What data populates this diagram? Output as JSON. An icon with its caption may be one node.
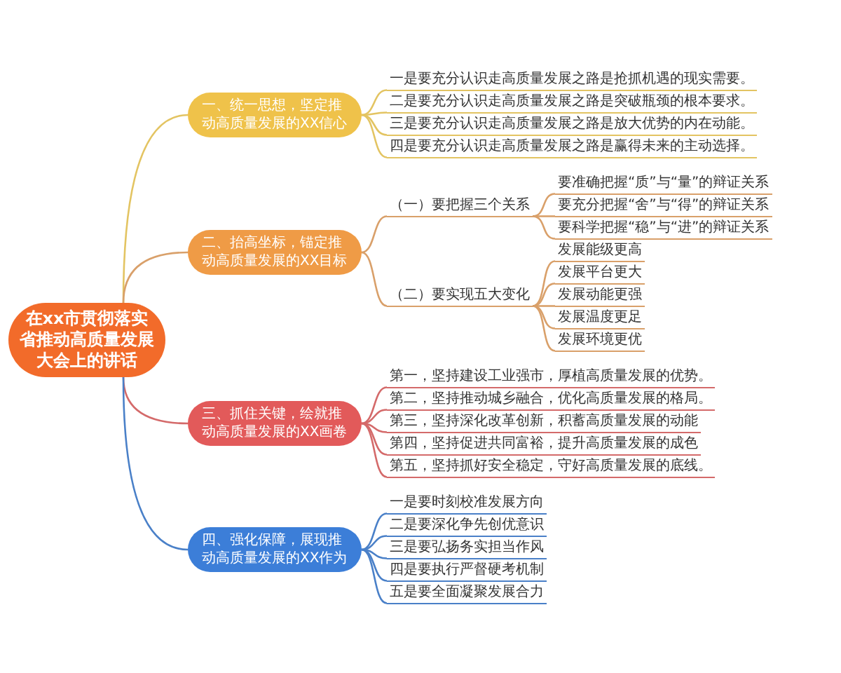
{
  "diagram": {
    "nodes": [
      {
        "text": [
          "在xx市贯彻落实省推动高质量发展大会上的讲话"
        ]
      },
      {
        "text": [
          "一、统一思想，坚定推动高质量发展的XX信心"
        ]
      },
      {
        "text": [
          "一是要充分认识走高质量发展之路是抢抓机遇的现实需要。"
        ]
      },
      {
        "text": [
          "二是要充分认识走高质量发展之路是突破瓶颈的根本要求。"
        ]
      },
      {
        "text": [
          "三是要充分认识走高质量发展之路是放大优势的内在动能。"
        ]
      },
      {
        "text": [
          "四是要充分认识走高质量发展之路是赢得未来的主动选择。"
        ]
      },
      {
        "text": [
          "二、抬高坐标，锚定推动高质量发展的XX目标"
        ]
      },
      {
        "text": [
          "（一）要把握三个关系"
        ]
      },
      {
        "text": [
          "要准确把握“质”与“量”的辩证关系"
        ]
      },
      {
        "text": [
          "要充分把握“舍”与“得”的辩证关系"
        ]
      },
      {
        "text": [
          "要科学把握“稳”与“进”的辩证关系"
        ]
      },
      {
        "text": [
          "（二）要实现五大变化"
        ]
      },
      {
        "text": [
          "发展能级更高"
        ]
      },
      {
        "text": [
          "发展平台更大"
        ]
      },
      {
        "text": [
          "发展动能更强"
        ]
      },
      {
        "text": [
          "发展温度更足"
        ]
      },
      {
        "text": [
          "发展环境更优"
        ]
      },
      {
        "text": [
          "三、抓住关键，绘就推动高质量发展的XX画卷"
        ]
      },
      {
        "text": [
          "第一，坚持建设工业强市，厚植高质量发展的优势。"
        ]
      },
      {
        "text": [
          "第二，坚持推动城乡融合，优化高质量发展的格局。"
        ]
      },
      {
        "text": [
          "第三，坚持深化改革创新，积蓄高质量发展的动能"
        ]
      },
      {
        "text": [
          "第四，坚持促进共同富裕，提升高质量发展的成色"
        ]
      },
      {
        "text": [
          "第五，坚持抓好安全稳定，守好高质量发展的底线。"
        ]
      },
      {
        "text": [
          "四、强化保障，展现推动高质量发展的XX作为"
        ]
      },
      {
        "text": [
          "一是要时刻校准发展方向"
        ]
      },
      {
        "text": [
          "二是要深化争先创优意识"
        ]
      },
      {
        "text": [
          "三是要弘扬务实担当作风"
        ]
      },
      {
        "text": [
          "四是要执行严督硬考机制"
        ]
      },
      {
        "text": [
          "五是要全面凝聚发展合力"
        ]
      }
    ],
    "edges": [
      {
        "from": 0,
        "to": 1,
        "arrow": "none",
        "color": "#e3c462"
      },
      {
        "from": 0,
        "to": 6,
        "arrow": "none"
      },
      {
        "from": 0,
        "to": 17,
        "arrow": "none",
        "color": "#d46a6a"
      },
      {
        "from": 0,
        "to": 23,
        "arrow": "none",
        "color": "#4a80c8"
      },
      {
        "from": 1,
        "to": 2,
        "arrow": "none",
        "color": "#e3c462"
      },
      {
        "from": 1,
        "to": 3,
        "arrow": "none",
        "color": "#e3c462"
      },
      {
        "from": 1,
        "to": 4,
        "arrow": "none",
        "color": "#e3c462"
      },
      {
        "from": 1,
        "to": 5,
        "arrow": "none",
        "color": "#e3c462"
      },
      {
        "from": 6,
        "to": 7,
        "arrow": "none"
      },
      {
        "from": 6,
        "to": 11,
        "arrow": "none"
      },
      {
        "from": 7,
        "to": 8,
        "arrow": "none"
      },
      {
        "from": 7,
        "to": 9,
        "arrow": "none"
      },
      {
        "from": 7,
        "to": 10,
        "arrow": "none"
      },
      {
        "from": 11,
        "to": 12,
        "arrow": "none"
      },
      {
        "from": 11,
        "to": 13,
        "arrow": "none"
      },
      {
        "from": 11,
        "to": 14,
        "arrow": "none"
      },
      {
        "from": 11,
        "to": 15,
        "arrow": "none"
      },
      {
        "from": 11,
        "to": 16,
        "arrow": "none"
      },
      {
        "from": 17,
        "to": 18,
        "arrow": "none",
        "color": "#d46a6a"
      },
      {
        "from": 17,
        "to": 19,
        "arrow": "none",
        "color": "#d46a6a"
      },
      {
        "from": 17,
        "to": 20,
        "arrow": "none",
        "color": "#d46a6a"
      },
      {
        "from": 17,
        "to": 21,
        "arrow": "none",
        "color": "#d46a6a"
      },
      {
        "from": 17,
        "to": 22,
        "arrow": "none",
        "color": "#d46a6a"
      },
      {
        "from": 23,
        "to": 24,
        "arrow": "none",
        "color": "#4a80c8"
      },
      {
        "from": 23,
        "to": 25,
        "arrow": "none",
        "color": "#4a80c8"
      },
      {
        "from": 23,
        "to": 26,
        "arrow": "none",
        "color": "#4a80c8"
      },
      {
        "from": 23,
        "to": 27,
        "arrow": "none",
        "color": "#4a80c8"
      },
      {
        "from": 23,
        "to": 28,
        "arrow": "none",
        "color": "#4a80c8"
      }
    ]
  }
}
